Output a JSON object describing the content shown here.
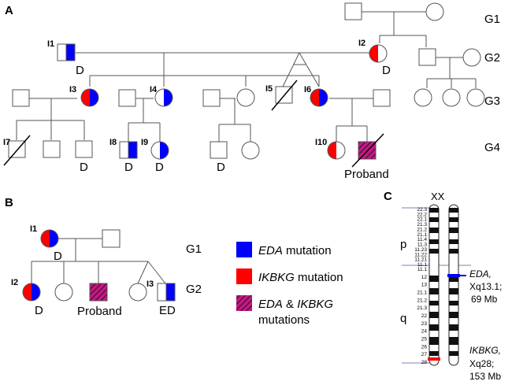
{
  "panels": {
    "a": "A",
    "b": "B",
    "c": "C"
  },
  "generations_a": [
    "G1",
    "G2",
    "G3",
    "G4"
  ],
  "generations_b": [
    "G1",
    "G2"
  ],
  "individuals": {
    "i1": "I1",
    "i2": "I2",
    "i3": "I3",
    "i4": "I4",
    "i5": "I5",
    "i6": "I6",
    "i7": "I7",
    "i8": "I8",
    "i9": "I9",
    "i10": "I10"
  },
  "individuals_b": {
    "i1": "I1",
    "i2": "I2",
    "i3": "I3"
  },
  "markers": {
    "d": "D",
    "ed": "ED",
    "proband": "Proband"
  },
  "legend": [
    {
      "italic": "EDA",
      "rest": " mutation",
      "color": "#0000ff"
    },
    {
      "italic": "IKBKG",
      "rest": " mutation",
      "color": "#ff0000"
    },
    {
      "italic": "EDA",
      "mid": " & ",
      "italic2": "IKBKG",
      "line2": "mutations",
      "color": "#c71585"
    }
  ],
  "colors": {
    "eda": "#0000ff",
    "ikbkg": "#ff0000",
    "both": "#c71585",
    "line": "#555555"
  },
  "chromosome": {
    "title": "XX",
    "arm_p": "p",
    "arm_q": "q",
    "bands_p": [
      "22.3",
      "22.2",
      "22.1",
      "21.3",
      "21.2",
      "21.1",
      "11.4",
      "11.3",
      "11.23",
      "11.22",
      "11.21",
      "11.1"
    ],
    "bands_q": [
      "11.1",
      "12",
      "13",
      "21.1",
      "21.2",
      "21.3",
      "22",
      "23",
      "24",
      "25",
      "26",
      "27",
      "28"
    ],
    "eda_label": "EDA,",
    "eda_loc": "Xq13.1;",
    "eda_pos": "69 Mb",
    "ikbkg_label": "IKBKG,",
    "ikbkg_loc": "Xq28;",
    "ikbkg_pos": "153 Mb"
  }
}
